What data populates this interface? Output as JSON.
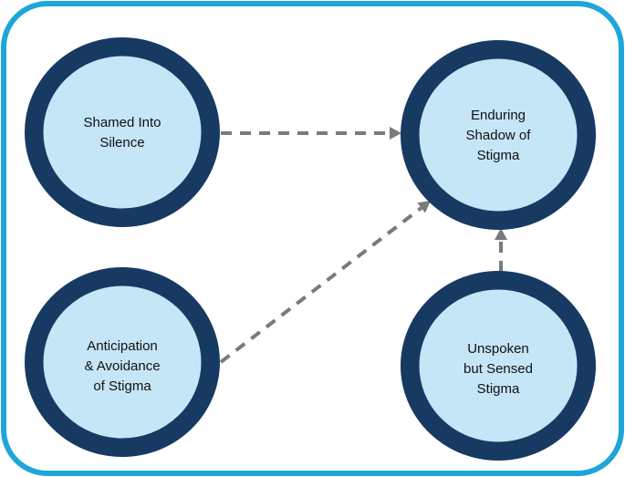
{
  "nodes": [
    {
      "id": "shamed",
      "lines": [
        "Shamed Into",
        "Silence"
      ]
    },
    {
      "id": "enduring",
      "lines": [
        "Enduring",
        "Shadow of",
        "Stigma"
      ]
    },
    {
      "id": "anticipation",
      "lines": [
        "Anticipation",
        "& Avoidance",
        "of Stigma"
      ]
    },
    {
      "id": "unspoken",
      "lines": [
        "Unspoken",
        "but Sensed",
        "Stigma"
      ]
    }
  ],
  "edges": [
    {
      "from": "shamed",
      "to": "enduring",
      "style": "dashed"
    },
    {
      "from": "anticipation",
      "to": "enduring",
      "style": "dashed"
    },
    {
      "from": "unspoken",
      "to": "enduring",
      "style": "dashed"
    }
  ],
  "colors": {
    "frame": "#1ea6d8",
    "node_ring": "#173a62",
    "node_fill": "#c5e6f6",
    "edge": "#7a7a7a",
    "text": "#111111"
  }
}
